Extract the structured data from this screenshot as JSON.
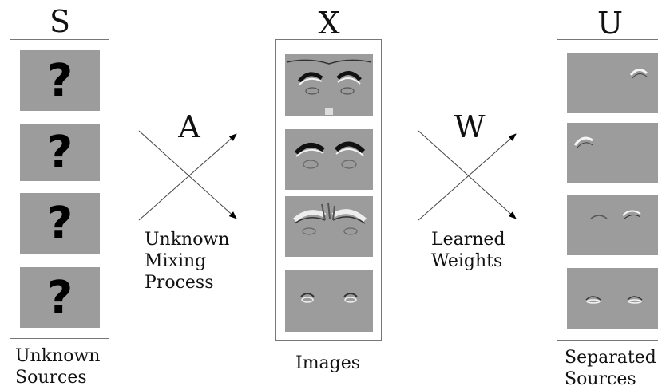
{
  "columns": {
    "sources": {
      "letter": "S",
      "caption_lines": [
        "Unknown",
        "Sources"
      ],
      "glyph": "?"
    },
    "images": {
      "letter": "X",
      "caption_lines": [
        "Images"
      ]
    },
    "separated": {
      "letter": "U",
      "caption_lines": [
        "Separated",
        "Sources"
      ]
    }
  },
  "mixing": {
    "letter": "A",
    "caption_lines": [
      "Unknown",
      "Mixing",
      "Process"
    ]
  },
  "unmixing": {
    "letter": "W",
    "caption_lines": [
      "Learned",
      "Weights"
    ]
  }
}
